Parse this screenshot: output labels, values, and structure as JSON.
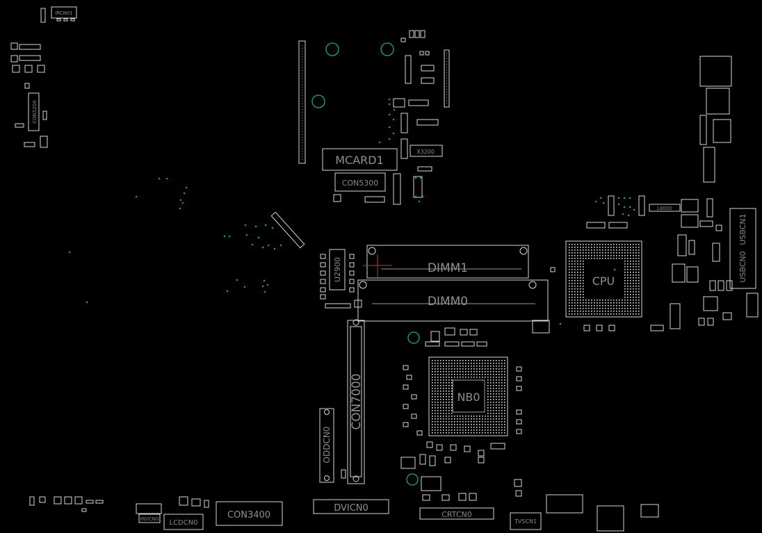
{
  "board": {
    "background": "#000000",
    "outline_color": "#d8d8d8",
    "label_color": "#8a8a8a",
    "hole_color": "#1aa39a"
  },
  "labels": {
    "ir": "IRCN01",
    "con5200": "CON5200",
    "con5300": "CON5300",
    "mcard": "MCARD1",
    "dimm1": "DIMM1",
    "dimm0": "DIMM0",
    "cpu": "CPU",
    "nb": "NB0",
    "con7000": "CON7000",
    "u2900": "U2900",
    "oddcn": "ODDCN0",
    "con3400": "CON3400",
    "lcdcn": "LCDCN0",
    "invcn": "INVCN0",
    "usbcn1": "USBCN1",
    "usbcn0": "USBCN0",
    "crtcn": "CRTCN0",
    "tvscn": "TVSCN1",
    "dvicn": "DVICN0",
    "l8000": "L8000",
    "x3200": "X3200"
  }
}
